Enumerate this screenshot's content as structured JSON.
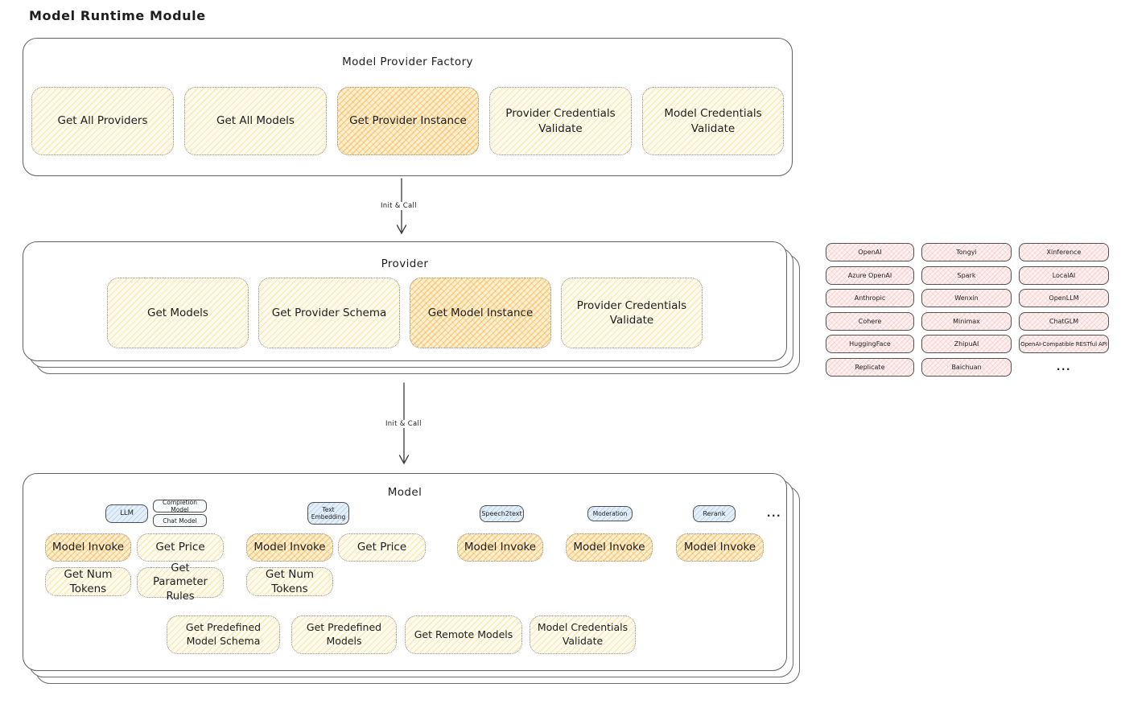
{
  "title": "Model Runtime Module",
  "arrows": {
    "label1": "Init & Call",
    "label2": "Init & Call"
  },
  "factory": {
    "title": "Model Provider Factory",
    "buttons": [
      {
        "label": "Get All Providers",
        "highlight": false
      },
      {
        "label": "Get All Models",
        "highlight": false
      },
      {
        "label": "Get Provider Instance",
        "highlight": true
      },
      {
        "label": "Provider Credentials Validate",
        "highlight": false
      },
      {
        "label": "Model Credentials Validate",
        "highlight": false
      }
    ]
  },
  "provider": {
    "title": "Provider",
    "buttons": [
      {
        "label": "Get Models",
        "highlight": false
      },
      {
        "label": "Get Provider Schema",
        "highlight": false
      },
      {
        "label": "Get Model Instance",
        "highlight": true
      },
      {
        "label": "Provider Credentials Validate",
        "highlight": false
      }
    ]
  },
  "providers_grid": {
    "columns": [
      [
        "OpenAI",
        "Azure OpenAI",
        "Anthropic",
        "Cohere",
        "HuggingFace",
        "Replicate"
      ],
      [
        "Tongyi",
        "Spark",
        "Wenxin",
        "Minimax",
        "ZhipuAI",
        "Baichuan"
      ],
      [
        "Xinference",
        "LocalAI",
        "OpenLLM",
        "ChatGLM",
        "OpenAI-Compatible RESTful API"
      ]
    ],
    "more": "..."
  },
  "model": {
    "title": "Model",
    "types": {
      "llm": "LLM",
      "completion": "Completion Model",
      "chat": "Chat Model",
      "embedding": "Text Embedding",
      "speech2text": "Speech2text",
      "moderation": "Moderation",
      "rerank": "Rerank",
      "more": "..."
    },
    "ops": {
      "model_invoke": "Model Invoke",
      "get_price": "Get Price",
      "get_num_tokens": "Get Num Tokens",
      "get_parameter_rules": "Get Parameter Rules"
    },
    "bottom": [
      "Get Predefined Model Schema",
      "Get Predefined Models",
      "Get Remote Models",
      "Model Credentials Validate"
    ]
  },
  "colors": {
    "op_default_bg": "#fefaec",
    "op_highlight_bg": "#fdf0d2",
    "op_highlight_hatch": "#f3a627",
    "provider_chip_bg": "#fdf1f0",
    "provider_chip_hatch": "#e06e6e",
    "type_badge_bg": "#e4effa",
    "type_badge_hatch": "#60a0d8",
    "box_border": "#5f5f5f",
    "text": "#1e1e1e"
  }
}
